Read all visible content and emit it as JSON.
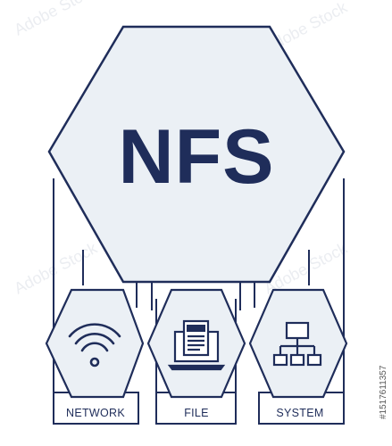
{
  "colors": {
    "primary": "#1f2d5a",
    "hex_fill": "#ebf0f5",
    "background": "#ffffff"
  },
  "title": "NFS",
  "items": [
    {
      "label": "NETWORK",
      "icon": "wifi-icon"
    },
    {
      "label": "FILE",
      "icon": "laptop-document-icon"
    },
    {
      "label": "SYSTEM",
      "icon": "network-hierarchy-icon"
    }
  ],
  "watermark": {
    "text": "Adobe Stock",
    "id": "#1517611357"
  }
}
